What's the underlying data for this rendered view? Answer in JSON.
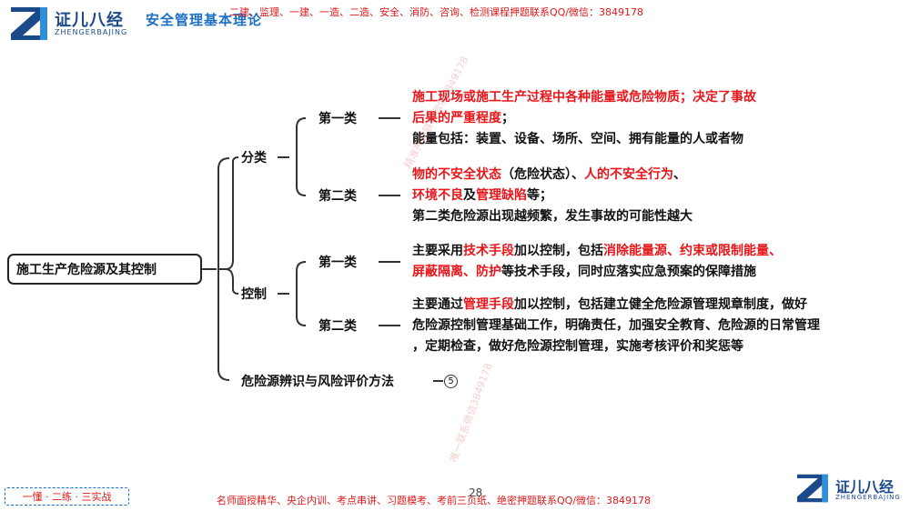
{
  "header": {
    "logo_cn": "证儿八经",
    "logo_en": "ZHENGERBAJING",
    "title": "安全管理基本理论",
    "ad": "二建、监理、一建、一造、二造、安全、消防、咨询、检测课程押题联系QQ/微信：3849178"
  },
  "mindmap": {
    "root": "施工生产危险源及其控制",
    "classify": {
      "label": "分类",
      "type1": {
        "label": "第一类",
        "line1": "施工现场或施工生产过程中各种能量或危险物质；决定了事故",
        "line2a": "后果的严重程度",
        "line2b": "；",
        "line3": "能量包括：装置、设备、场所、空间、拥有能量的人或者物"
      },
      "type2": {
        "label": "第二类",
        "l1a": "物的不安全状态",
        "l1b": "（危险状态）、",
        "l1c": "人的不安全行为",
        "l1d": "、",
        "l2a": "环境不良",
        "l2b": "及",
        "l2c": "管理缺陷",
        "l2d": "等；",
        "line3": "第二类危险源出现越频繁，发生事故的可能性越大"
      }
    },
    "control": {
      "label": "控制",
      "type1": {
        "label": "第一类",
        "l1a": "主要采用",
        "l1b": "技术手段",
        "l1c": "加以控制，包括",
        "l1d": "消除能量源、约束或限制能量、",
        "l2a": "屏蔽隔离、防护",
        "l2b": "等技术手段，同时应落实应急预案的保障措施"
      },
      "type2": {
        "label": "第二类",
        "l1a": "主要通过",
        "l1b": "管理手段",
        "l1c": "加以控制，包括建立健全危险源管理规章制度，做好",
        "line2": "危险源控制管理基础工作，明确责任，加强安全教育、危险源的日常管理",
        "line3": "，定期检查，做好危险源控制管理，实施考核评价和奖惩等"
      }
    },
    "identify": {
      "label": "危险源辨识与风险评价方法",
      "count": "5"
    }
  },
  "watermarks": {
    "wm1": "精准押题联系微信3849178",
    "wm2": "唯一联系微信3849178"
  },
  "footer": {
    "slogan": "一懂 · 二练 · 三实战",
    "ad": "名师面授精华、央企内训、考点串讲、习题模考、考前三页纸、绝密押题联系QQ/微信：3849178",
    "page": "28",
    "logo_cn": "证儿八经",
    "logo_en": "ZHENGERBAJING"
  },
  "colors": {
    "brand": "#1b4a8a",
    "accent_red": "#e8161b",
    "title_blue": "#1b6fc4"
  }
}
